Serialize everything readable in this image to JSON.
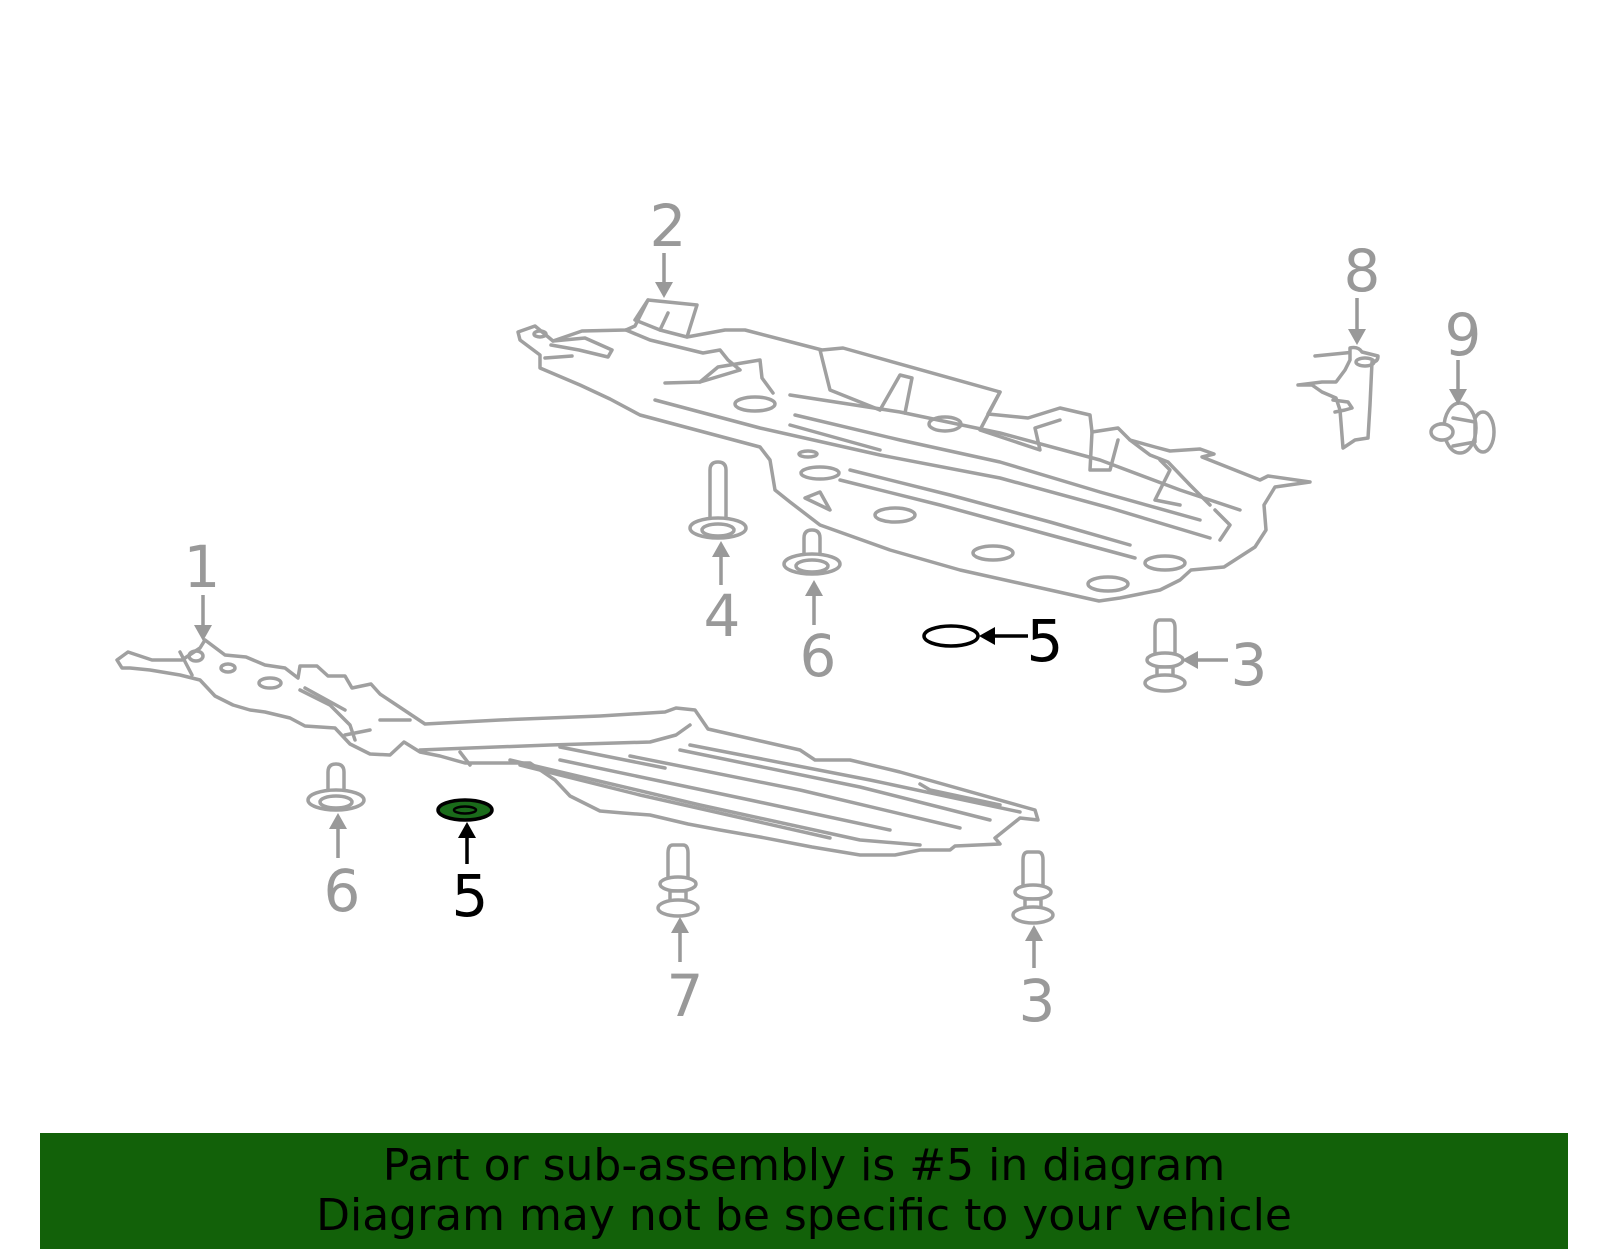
{
  "diagram": {
    "callouts": {
      "c1": "1",
      "c2": "2",
      "c3a": "3",
      "c3b": "3",
      "c4": "4",
      "c5a": "5",
      "c5b": "5",
      "c6a": "6",
      "c6b": "6",
      "c7": "7",
      "c8": "8",
      "c9": "9"
    },
    "highlight_part": "5",
    "colors": {
      "part_stroke": "#a0a0a0",
      "label_gray": "#999999",
      "highlight_fill": "#1a6b1a",
      "banner_bg": "#126109"
    }
  },
  "banner": {
    "line1": "Part or sub-assembly is #5 in diagram",
    "line2": "Diagram may not be specific to your vehicle"
  }
}
